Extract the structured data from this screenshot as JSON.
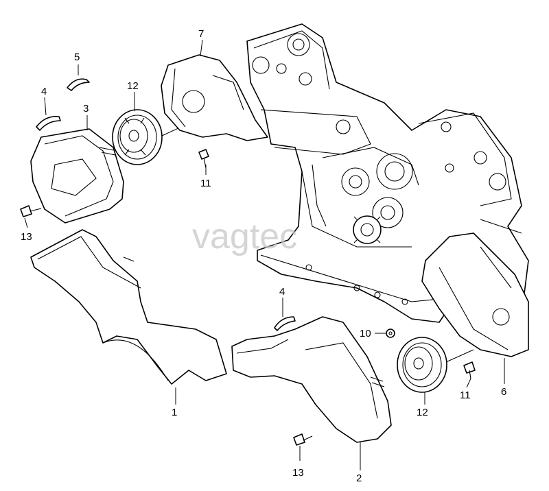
{
  "watermark": "vagtec",
  "callouts": {
    "c1": "1",
    "c2": "2",
    "c3": "3",
    "c4a": "4",
    "c4b": "4",
    "c5": "5",
    "c6": "6",
    "c7": "7",
    "c10": "10",
    "c11a": "11",
    "c11b": "11",
    "c12a": "12",
    "c12b": "12",
    "c13a": "13",
    "c13b": "13"
  }
}
